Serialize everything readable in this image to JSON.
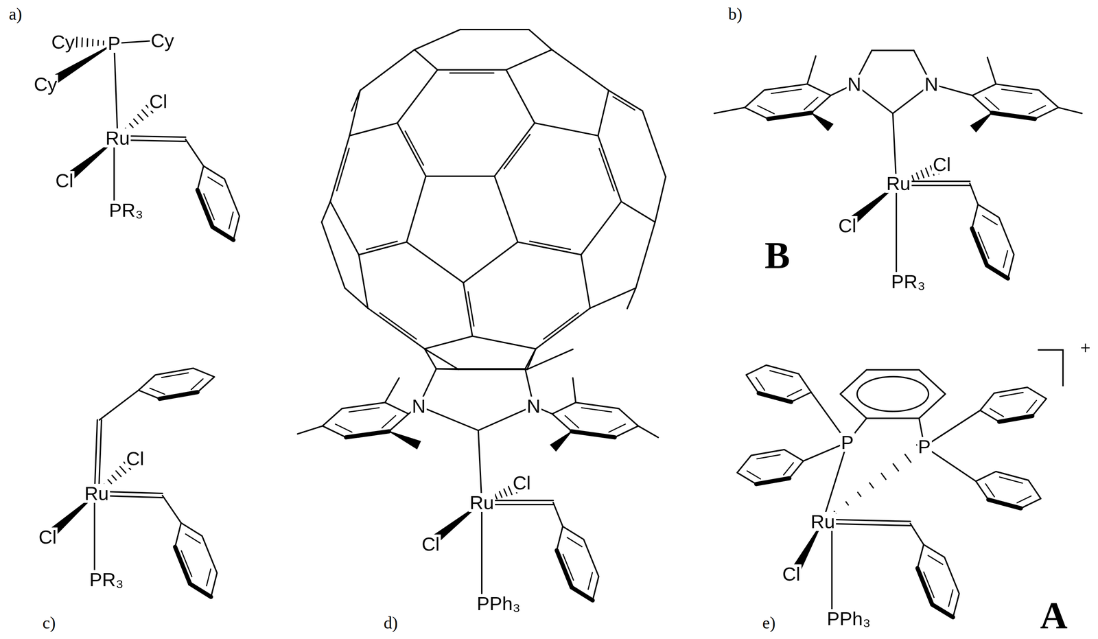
{
  "diagram": {
    "labels": [
      "a)",
      "Cy",
      "Cy",
      "Cy",
      "P",
      "Cl",
      "Ru",
      "Cl",
      "PR₃",
      "b)",
      "N",
      "N",
      "Cl",
      "Ru",
      "Cl",
      "PR₃",
      "B",
      "c)",
      "Cl",
      "Ru",
      "Cl",
      "PR₃",
      "d)",
      "N",
      "N",
      "Cl",
      "Ru",
      "Cl",
      "PPh₃",
      "e)",
      "P",
      "P",
      "Ru",
      "Cl",
      "PPh₃",
      "A",
      "+"
    ]
  }
}
